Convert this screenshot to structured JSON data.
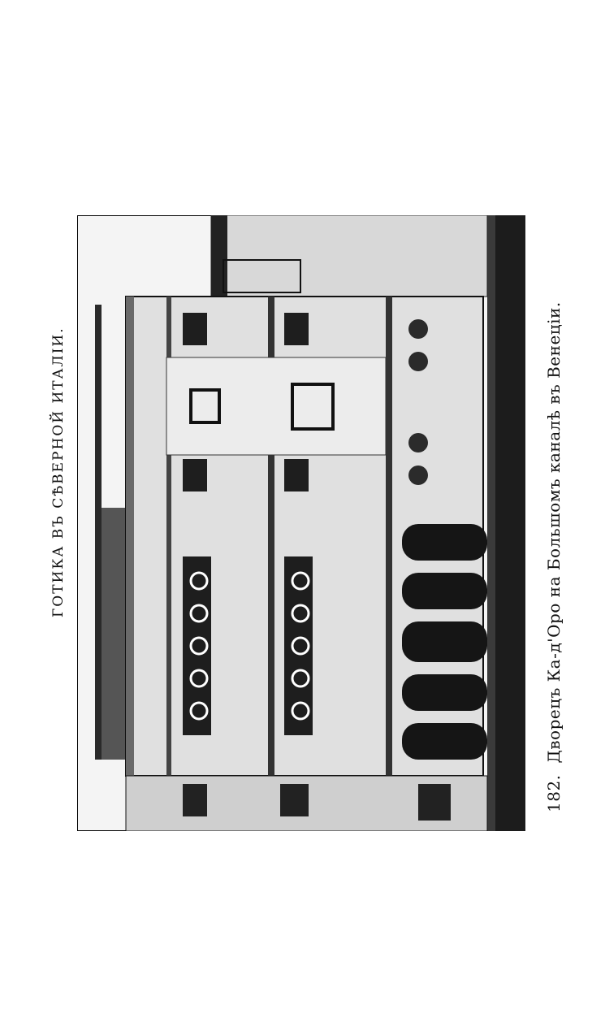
{
  "running_head": "ГОТИКА ВЪ СѢВЕРНОЙ ИТАЛІИ.",
  "figure": {
    "number": "182.",
    "caption": "Дворецъ Ка-д'Оро на Большомъ каналѣ въ Венеціи."
  },
  "colors": {
    "ink": "#111111",
    "paper": "#ffffff",
    "photo_dark": "#1a1a1a",
    "photo_light": "#e6e6e6"
  }
}
